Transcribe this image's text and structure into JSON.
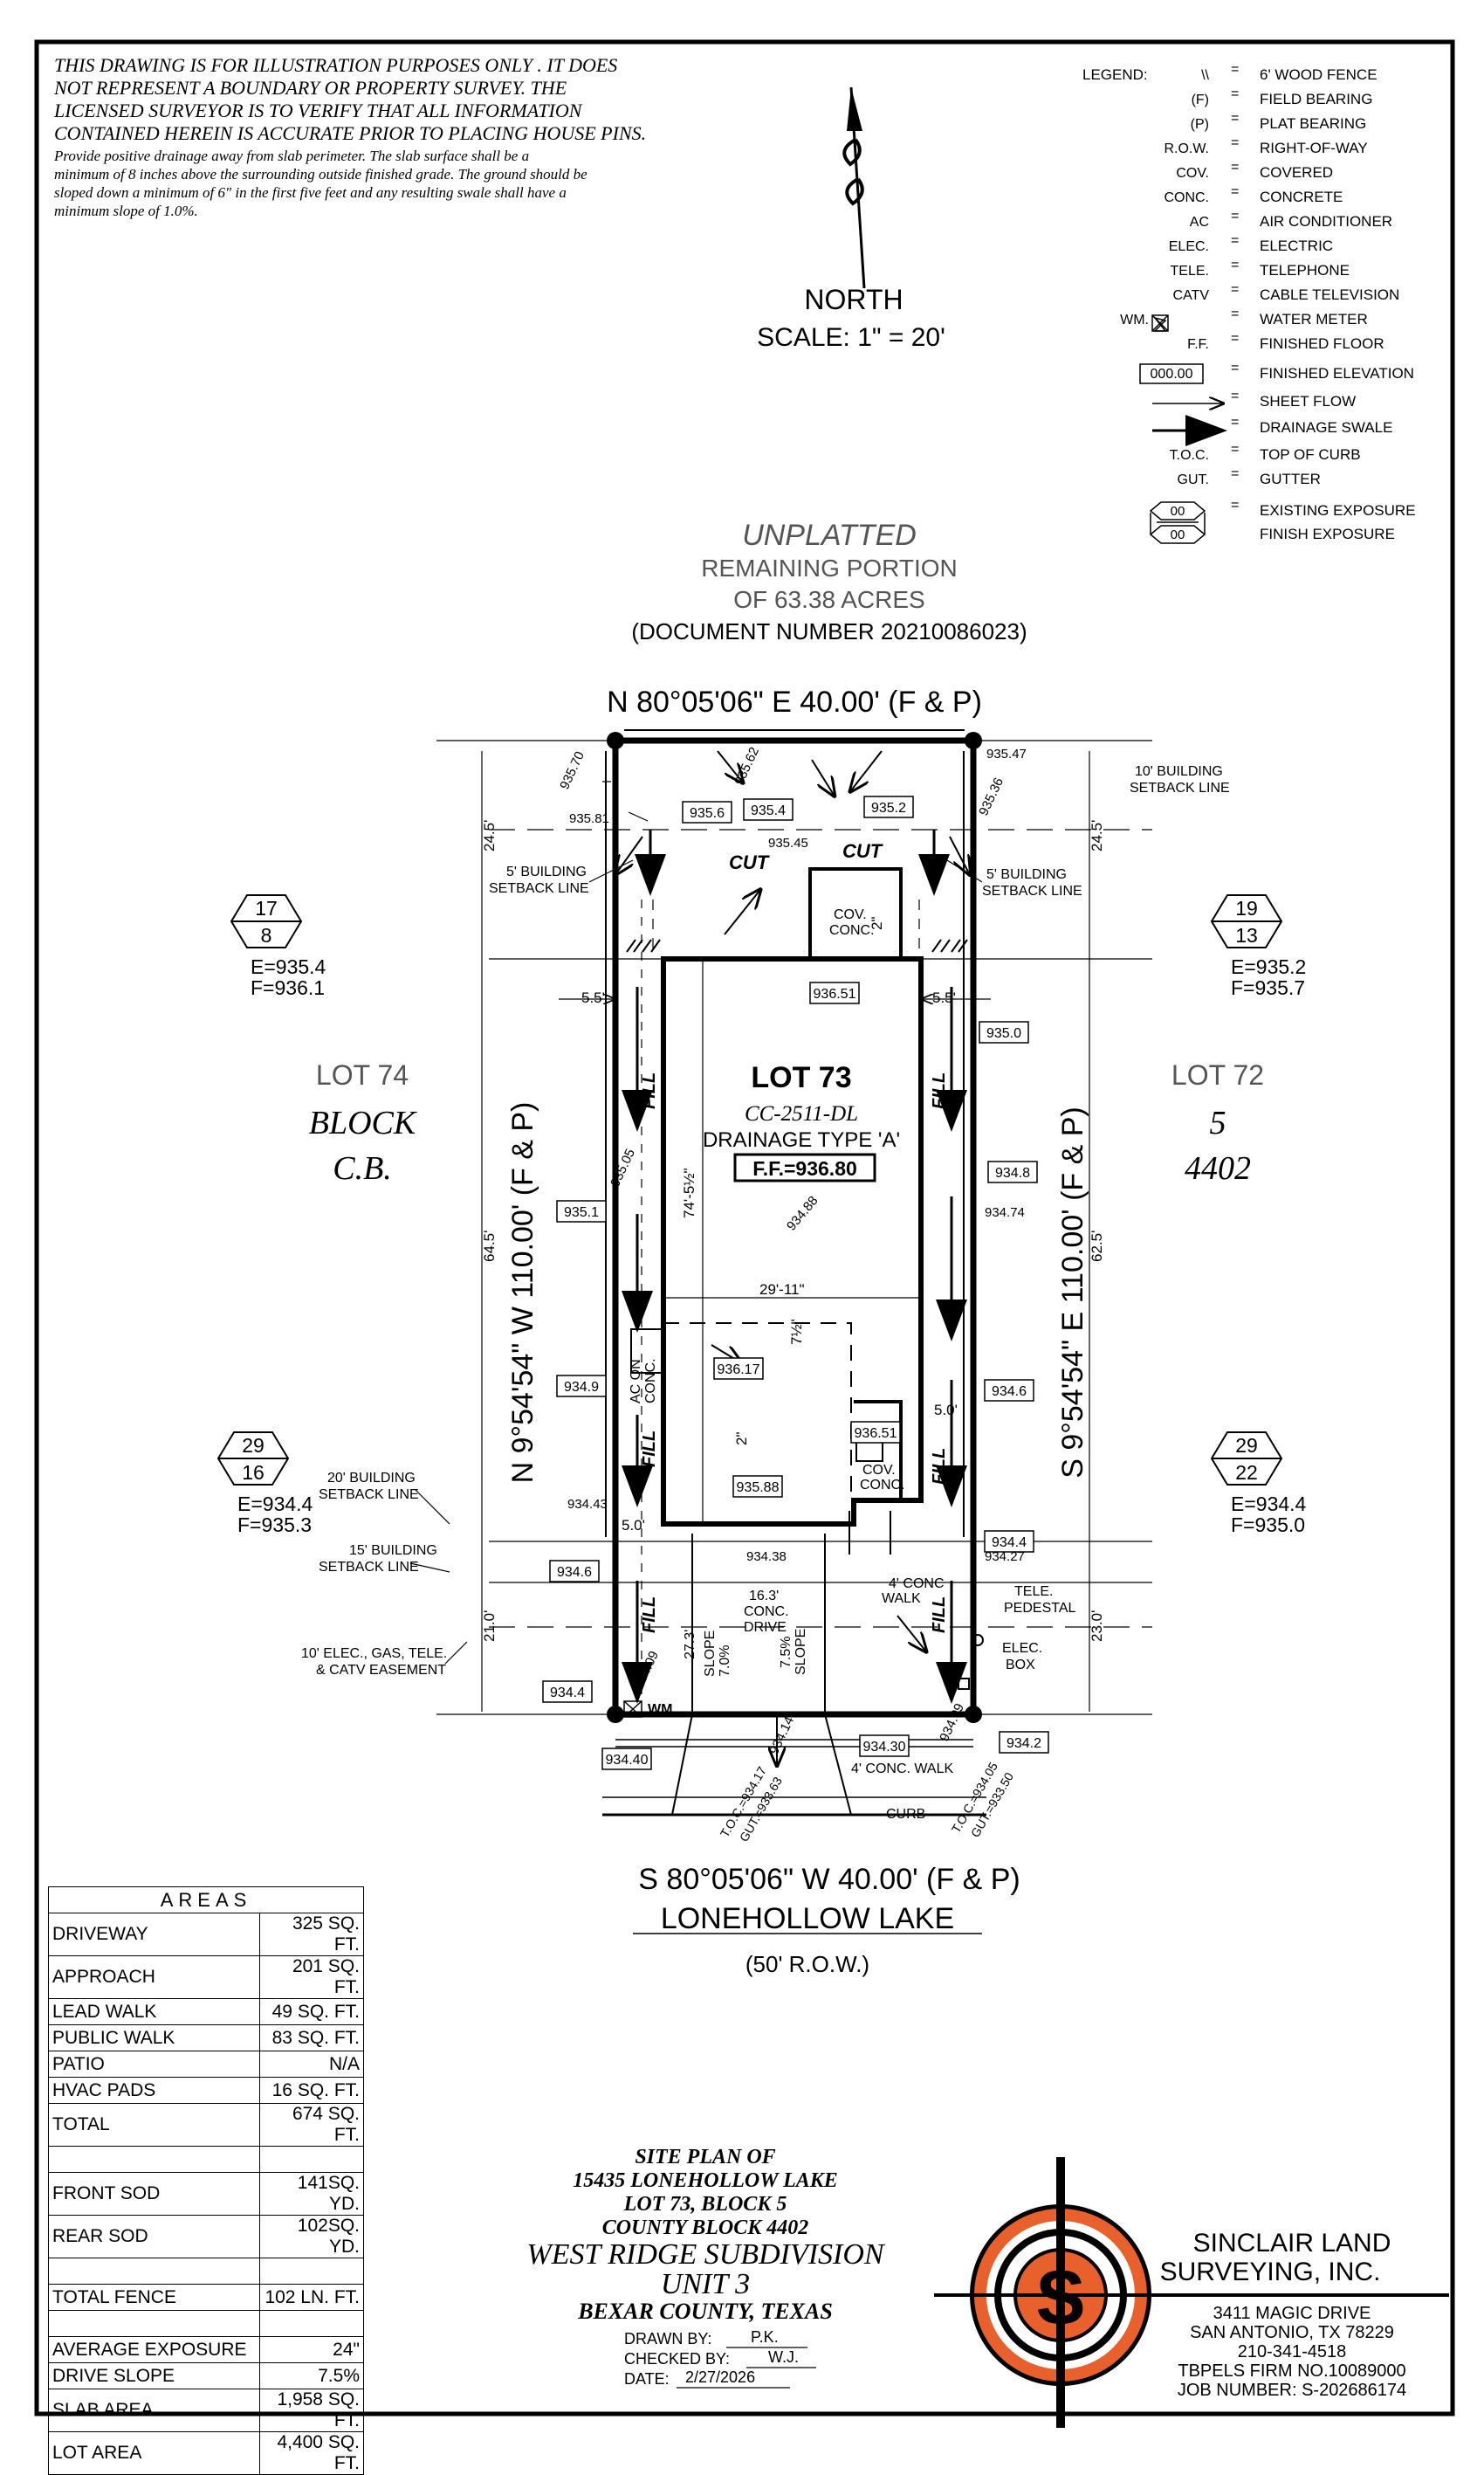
{
  "disclaimer": {
    "line1": "THIS DRAWING IS FOR ILLUSTRATION PURPOSES ONLY . IT DOES",
    "line2": "NOT REPRESENT A BOUNDARY OR PROPERTY SURVEY. THE",
    "line3": "LICENSED SURVEYOR IS TO VERIFY THAT ALL INFORMATION",
    "line4": "CONTAINED HEREIN IS ACCURATE PRIOR TO PLACING HOUSE PINS.",
    "drainage1": "Provide positive drainage away from slab perimeter. The slab surface shall be a",
    "drainage2": "minimum of 8 inches above the surrounding outside finished grade. The ground should be",
    "drainage3": "sloped down a minimum of 6\" in the first five feet and any resulting swale shall have a",
    "drainage4": "minimum slope of 1.0%."
  },
  "north": {
    "label": "NORTH",
    "scale": "SCALE:  1\"  =  20'"
  },
  "legend": {
    "title": "LEGEND:",
    "items": [
      {
        "sym": "\\\\",
        "text": "6' WOOD FENCE"
      },
      {
        "sym": "(F)",
        "text": "FIELD BEARING"
      },
      {
        "sym": "(P)",
        "text": "PLAT BEARING"
      },
      {
        "sym": "R.O.W.",
        "text": "RIGHT-OF-WAY"
      },
      {
        "sym": "COV.",
        "text": "COVERED"
      },
      {
        "sym": "CONC.",
        "text": "CONCRETE"
      },
      {
        "sym": "AC",
        "text": "AIR CONDITIONER"
      },
      {
        "sym": "ELEC.",
        "text": "ELECTRIC"
      },
      {
        "sym": "TELE.",
        "text": "TELEPHONE"
      },
      {
        "sym": "CATV",
        "text": "CABLE TELEVISION"
      },
      {
        "sym": "WM.",
        "text": "WATER METER"
      },
      {
        "sym": "F.F.",
        "text": "FINISHED FLOOR"
      },
      {
        "sym": "000.00",
        "text": "FINISHED ELEVATION"
      },
      {
        "sym": "",
        "text": "SHEET FLOW"
      },
      {
        "sym": "",
        "text": "DRAINAGE SWALE"
      },
      {
        "sym": "T.O.C.",
        "text": "TOP OF CURB"
      },
      {
        "sym": "GUT.",
        "text": "GUTTER"
      },
      {
        "sym": "00",
        "text": "EXISTING EXPOSURE"
      },
      {
        "sym": "00",
        "text": "FINISH EXPOSURE"
      }
    ]
  },
  "unplatted": {
    "title": "UNPLATTED",
    "line2": "REMAINING PORTION",
    "line3": "OF 63.38 ACRES",
    "doc": "(DOCUMENT NUMBER 20210086023)"
  },
  "bearings": {
    "north": "N 80°05'06\" E 40.00' (F & P)",
    "south": "S 80°05'06\" W 40.00' (F & P)",
    "west": "N 9°54'54\" W 110.00' (F & P)",
    "east": "S 9°54'54\" E 110.00' (F & P)"
  },
  "street": {
    "name": "LONEHOLLOW LAKE",
    "row": "(50' R.O.W.)"
  },
  "lot": {
    "number": "LOT 73",
    "plan": "CC-2511-DL",
    "drainage": "DRAINAGE TYPE 'A'",
    "ff": "F.F.=936.80"
  },
  "neighbors": {
    "left_lot": "LOT 74",
    "left_block": "BLOCK",
    "left_cb": "C.B.",
    "right_lot": "LOT 72",
    "right_block": "5",
    "right_cb": "4402"
  },
  "exposures": {
    "nw": {
      "top": "17",
      "bottom": "8",
      "e": "E=935.4",
      "f": "F=936.1"
    },
    "ne": {
      "top": "19",
      "bottom": "13",
      "e": "E=935.2",
      "f": "F=935.7"
    },
    "sw": {
      "top": "29",
      "bottom": "16",
      "e": "E=934.4",
      "f": "F=935.3"
    },
    "se": {
      "top": "29",
      "bottom": "22",
      "e": "E=934.4",
      "f": "F=935.0"
    }
  },
  "elevations": {
    "boxed": [
      "935.6",
      "935.4",
      "935.2",
      "936.51",
      "935.0",
      "935.1",
      "934.8",
      "934.9",
      "936.17",
      "934.6",
      "935.88",
      "936.51",
      "934.6",
      "934.4",
      "934.4",
      "934.30",
      "934.2",
      "934.40"
    ],
    "spot": [
      "935.70",
      "935.62",
      "935.47",
      "935.81",
      "935.36",
      "935.45",
      "935.05",
      "934.88",
      "934.74",
      "934.43",
      "934.38",
      "934.27",
      "934.09",
      "934.14",
      "934.09"
    ]
  },
  "labels": {
    "cut": "CUT",
    "fill": "FILL",
    "setback10": "10' BUILDING",
    "setback_line": "SETBACK LINE",
    "setback5": "5' BUILDING",
    "setback20": "20' BUILDING",
    "setback15": "15' BUILDING",
    "easement1": "10' ELEC., GAS, TELE.",
    "easement2": "& CATV EASEMENT",
    "cov": "COV.",
    "conc": "CONC.",
    "ac1": "AC ON",
    "ac2": "CONC.",
    "walk4a": "4' CONC",
    "walk4b": "WALK",
    "tele": "TELE.",
    "pedestal": "PEDESTAL",
    "elec": "ELEC.",
    "box": "BOX",
    "drive1": "16.3'",
    "drive2": "CONC.",
    "drive3": "DRIVE",
    "slope1": "7.0%",
    "slope2": "7.5%",
    "slope": "SLOPE",
    "drive_len": "27.3'",
    "conc_walk": "4' CONC. WALK",
    "curb": "CURB",
    "wm": "WM.",
    "toc_l": "T.O.C.=934.17",
    "gut_l": "GUT.=933.63",
    "toc_r": "T.O.C.=934.05",
    "gut_r": "GUT.=933.50",
    "dim_24_5": "24.5'",
    "dim_64_5": "64.5'",
    "dim_21_0": "21.0'",
    "dim_62_5": "62.5'",
    "dim_23_0": "23.0'",
    "dim_5_5": "5.5'",
    "dim_5_0": "5.0'",
    "dim_74": "74'-5½\"",
    "dim_29": "29'-11\"",
    "dim_7half": "7½\"",
    "dim_2": "2\"",
    "dim_2b": "2\""
  },
  "areas": {
    "title": "AREAS",
    "rows": [
      {
        "label": "DRIVEWAY",
        "value": "325 SQ. FT."
      },
      {
        "label": "APPROACH",
        "value": "201 SQ. FT."
      },
      {
        "label": "LEAD WALK",
        "value": "49 SQ. FT."
      },
      {
        "label": "PUBLIC WALK",
        "value": "83 SQ. FT."
      },
      {
        "label": "PATIO",
        "value": "N/A"
      },
      {
        "label": "HVAC PADS",
        "value": "16 SQ. FT."
      },
      {
        "label": "TOTAL",
        "value": "674 SQ. FT."
      },
      {
        "label": "",
        "value": ""
      },
      {
        "label": "FRONT SOD",
        "value": "141SQ. YD."
      },
      {
        "label": "REAR SOD",
        "value": "102SQ. YD."
      },
      {
        "label": "",
        "value": ""
      },
      {
        "label": "TOTAL FENCE",
        "value": "102 LN. FT."
      },
      {
        "label": "",
        "value": ""
      },
      {
        "label": "AVERAGE EXPOSURE",
        "value": "24\""
      },
      {
        "label": "DRIVE SLOPE",
        "value": "7.5%"
      },
      {
        "label": "SLAB AREA",
        "value": "1,958 SQ. FT."
      },
      {
        "label": "LOT AREA",
        "value": "4,400 SQ. FT."
      }
    ]
  },
  "title_block": {
    "line1": "SITE PLAN OF",
    "line2": "15435 LONEHOLLOW LAKE",
    "line3": "LOT 73, BLOCK 5",
    "line4": "COUNTY BLOCK 4402",
    "line5": "WEST RIDGE SUBDIVISION",
    "line6": "UNIT 3",
    "line7": "BEXAR COUNTY, TEXAS",
    "drawn_label": "DRAWN BY:",
    "drawn": "P.K.",
    "checked_label": "CHECKED BY:",
    "checked": "W.J.",
    "date_label": "DATE:",
    "date": "2/27/2026"
  },
  "company": {
    "name1": "SINCLAIR LAND",
    "name2": "SURVEYING, INC.",
    "addr1": "3411 MAGIC DRIVE",
    "addr2": "SAN ANTONIO, TX 78229",
    "phone": "210-341-4518",
    "firm": "TBPELS FIRM NO.10089000",
    "job": "JOB NUMBER: S-202686174",
    "logo_letter": "S",
    "logo_color": "#e8602c"
  }
}
